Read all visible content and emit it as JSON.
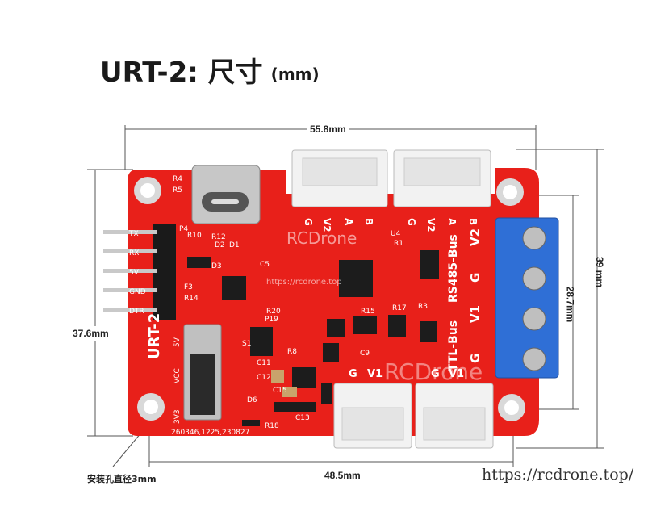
{
  "title": {
    "main": "URT-2: 尺寸",
    "unit": "(mm)"
  },
  "dimensions": {
    "top_width": "55.8mm",
    "height_total": "39 mm",
    "terminal_span": "28.7mm",
    "side_height": "37.6mm",
    "bottom_span": "48.5mm",
    "hole_note": "安装孔直径3mm"
  },
  "board": {
    "name": "URT-2",
    "rs485_label": "RS485-Bus",
    "ttl_label": "TTL-Bus",
    "terminal_pins": [
      "V2",
      "G",
      "V1",
      "G"
    ],
    "header_top_left": [
      "G",
      "V2",
      "A",
      "B"
    ],
    "header_top_right": [
      "G",
      "V2",
      "A",
      "B"
    ],
    "header_bottom": [
      "G",
      "V1"
    ],
    "pin_labels": [
      "TX",
      "RX",
      "5V",
      "GND",
      "DTR"
    ],
    "switch_labels": [
      "VCC",
      "5V",
      "3V3"
    ],
    "watermark": "RCDrone",
    "watermark_small": "https://rcdrone.top",
    "batch": "260346,1225,230827",
    "parts": [
      "R4",
      "R5",
      "R10",
      "R12",
      "D2",
      "D1",
      "P4",
      "D3",
      "C5",
      "F3",
      "R14",
      "R15",
      "P19",
      "R20",
      "S1",
      "C11",
      "C12",
      "C15",
      "D6",
      "R18",
      "C13",
      "R8",
      "C9",
      "R17",
      "U4",
      "R1",
      "R3",
      "U1"
    ],
    "colors": {
      "pcb": "#e8201a",
      "terminal": "#2f6fd6",
      "usb": "#c7c7c7",
      "connector": "#f2f2f2"
    }
  },
  "url": "https://rcdrone.top/"
}
